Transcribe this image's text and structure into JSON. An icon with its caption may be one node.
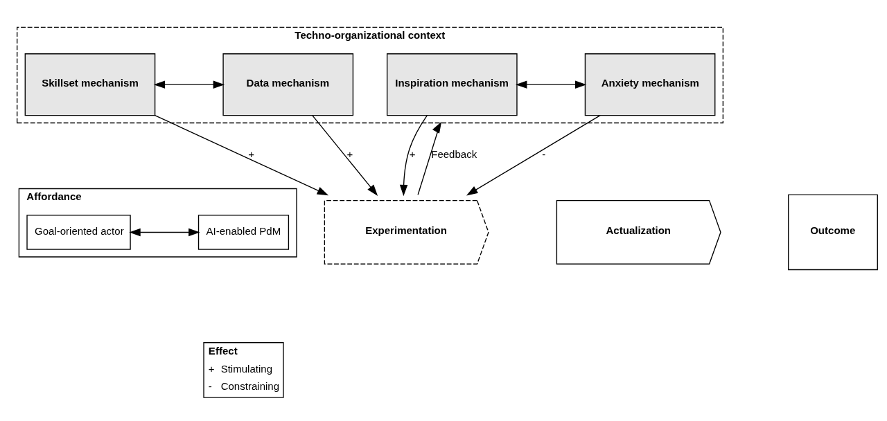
{
  "diagram": {
    "nodes": [
      {
        "text": [
          "Techno-organizational context"
        ]
      },
      {
        "text": [
          "Skillset mechanism"
        ],
        "in": 0
      },
      {
        "text": [
          "Data mechanism"
        ],
        "in": 0
      },
      {
        "text": [
          "Inspiration mechanism"
        ],
        "in": 0
      },
      {
        "text": [
          "Anxiety mechanism"
        ],
        "in": 0
      },
      {
        "text": [
          "Affordance"
        ]
      },
      {
        "text": [
          "AI-enabled PdM"
        ],
        "in": 5
      },
      {
        "text": [
          "Goal-oriented actor"
        ],
        "in": 5
      },
      {
        "text": [
          "Experimentation"
        ]
      },
      {
        "text": [
          "Actualization"
        ]
      },
      {
        "text": [
          "Outcome"
        ]
      }
    ],
    "edges": [
      {
        "from": 1,
        "to": 2,
        "arrow": "both"
      },
      {
        "from": 3,
        "to": 4,
        "arrow": "both"
      },
      {
        "from": 1,
        "to": 8,
        "arrow": "to",
        "label": "+"
      },
      {
        "from": 2,
        "to": 8,
        "arrow": "to",
        "label": "+"
      },
      {
        "from": 3,
        "to": 8,
        "arrow": "to",
        "label": "+"
      },
      {
        "from": 4,
        "to": 8,
        "arrow": "to",
        "label": "-"
      },
      {
        "from": 8,
        "to": 0,
        "arrow": "to",
        "label": "Feedback"
      },
      {
        "from": 6,
        "to": 7,
        "arrow": "both"
      }
    ],
    "labels": [
      "Effect",
      "+",
      "Stimulating",
      "-",
      "Constraining"
    ]
  }
}
